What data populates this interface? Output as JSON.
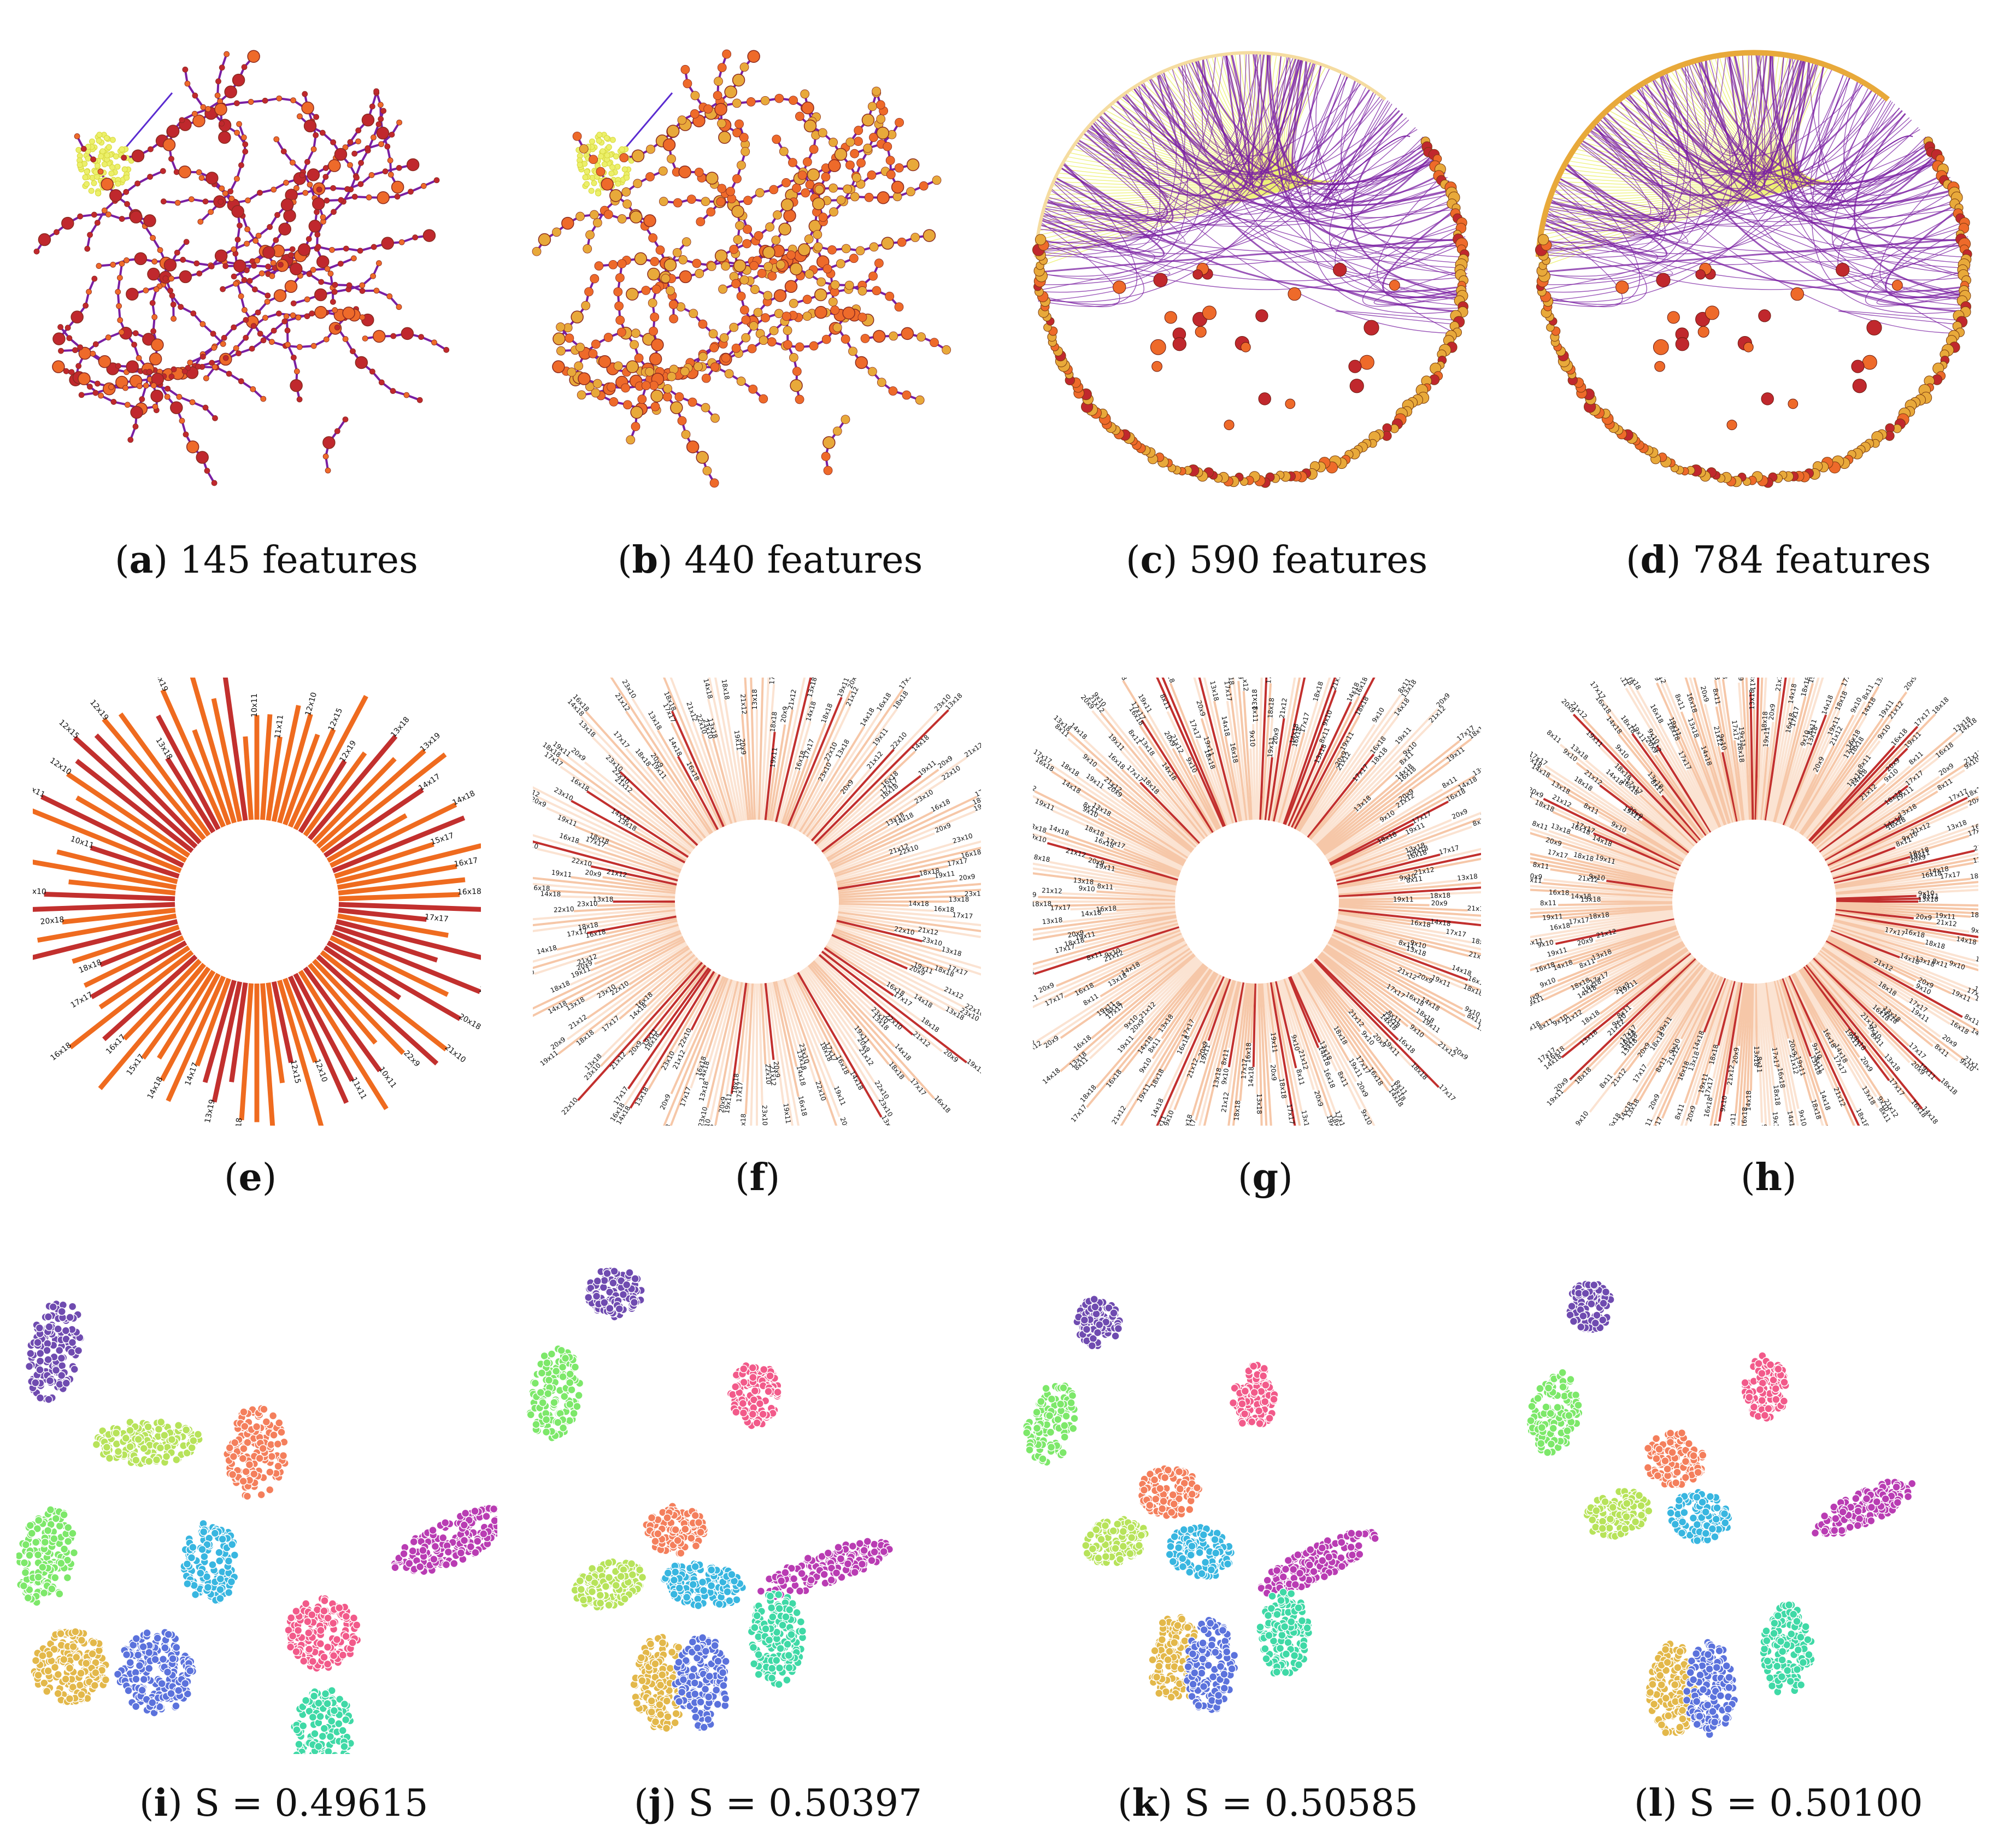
{
  "figure": {
    "row1": {
      "panels": [
        {
          "letter": "a",
          "text": "145 features",
          "variant": "tree"
        },
        {
          "letter": "b",
          "text": "440 features",
          "variant": "tree2"
        },
        {
          "letter": "c",
          "text": "590 features",
          "variant": "circ"
        },
        {
          "letter": "d",
          "text": "784 features",
          "variant": "circ2"
        }
      ]
    },
    "row2": {
      "panels": [
        {
          "letter": "e",
          "labels": [
            "10x11",
            "11x11",
            "12x10",
            "12x15",
            "12x19",
            "13x18",
            "13x19",
            "14x17",
            "14x18",
            "15x17",
            "16x17",
            "16x18",
            "17x17",
            "18x18",
            "19x18",
            "20x18",
            "21x10",
            "22x9"
          ]
        },
        {
          "letter": "f",
          "labels": [
            "13x18",
            "14x18",
            "16x18",
            "17x17",
            "18x18",
            "19x11",
            "20x9",
            "21x12",
            "22x10",
            "23x10"
          ]
        },
        {
          "letter": "g",
          "labels": [
            "13x18",
            "14x18",
            "16x18",
            "17x17",
            "18x18",
            "19x11",
            "20x9",
            "21x12",
            "9x10",
            "8x11"
          ]
        },
        {
          "letter": "h",
          "labels": [
            "13x18",
            "14x18",
            "16x18",
            "17x17",
            "18x18",
            "19x11",
            "20x9",
            "21x12",
            "9x10",
            "8x11"
          ]
        }
      ]
    },
    "row3": {
      "panels": [
        {
          "letter": "i",
          "text": " S = 0.49615"
        },
        {
          "letter": "j",
          "text": " S = 0.50397"
        },
        {
          "letter": "k",
          "text": "  S = 0.50585"
        },
        {
          "letter": "l",
          "text": " S = 0.50100"
        }
      ],
      "cluster_colors": {
        "purple": "#6f4bb0",
        "lime": "#b7e35a",
        "orange": "#f47f5c",
        "green": "#7de86a",
        "cyan": "#38b6e0",
        "gold": "#e3b84a",
        "blue": "#5b72dc",
        "pink": "#f25a8a",
        "magenta": "#b93cb3",
        "teal": "#3fd9a6"
      }
    },
    "colors": {
      "edge_purple": "#7a1fa2",
      "edge_yellow": "#ecf06a",
      "node_red": "#c0282d",
      "node_orange": "#ee6a2a",
      "node_gold": "#e8a93a",
      "bar_orange": "#ef6b1f",
      "bar_red": "#c2302e",
      "bar_pale": "#f6c7a8",
      "text_dark": "#111111"
    }
  }
}
